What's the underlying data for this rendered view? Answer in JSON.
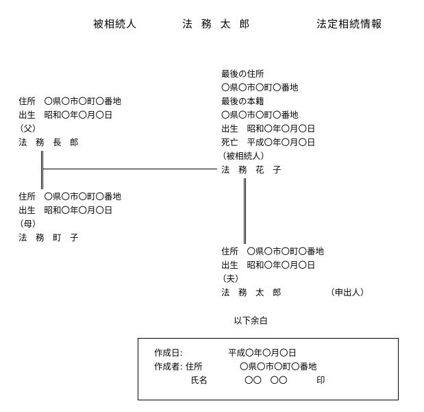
{
  "header": {
    "label_left": "被相続人",
    "decedent_name": "法 務 太 郎",
    "title_right": "法定相続情報"
  },
  "father": {
    "address": "住所　〇県〇市〇町〇番地",
    "birth": "出生　昭和〇年〇月〇日",
    "relation": "（父）",
    "name": "法　務　長　郎"
  },
  "mother": {
    "address": "住所　〇県〇市〇町〇番地",
    "birth": "出生　昭和〇年〇月〇日",
    "relation": "（母）",
    "name": "法　務　町　子"
  },
  "decedent": {
    "last_address_label": "最後の住所",
    "last_address": "〇県〇市〇町〇番地",
    "last_domicile_label": "最後の本籍",
    "last_domicile": "〇県〇市〇町〇番地",
    "birth": "出生　昭和〇年〇月〇日",
    "death": "死亡　平成〇年〇月〇日",
    "relation": "（被相続人）",
    "name": "法　務　花　子"
  },
  "husband": {
    "address": "住所　〇県〇市〇町〇番地",
    "birth": "出生　昭和〇年〇月〇日",
    "relation": "（夫）",
    "name": "法　務　太　郎",
    "applicant": "（申出人）"
  },
  "remainder_note": "以下余白",
  "creation_box": {
    "date_label": "作成日:",
    "date_value": "平成〇年〇月〇日",
    "creator_label": "作成者: 住所",
    "creator_address": "〇県〇市〇町〇番地",
    "name_label": "氏名",
    "name_value": "〇〇　〇〇",
    "seal": "印"
  }
}
